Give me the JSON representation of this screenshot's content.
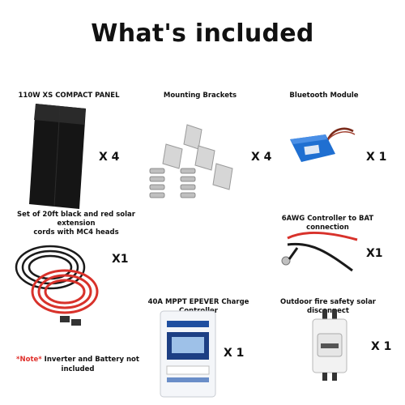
{
  "title": "What's included",
  "items": [
    {
      "label": "110W XS COMPACT PANEL",
      "qty": "X 4"
    },
    {
      "label": "Mounting Brackets",
      "qty": "X 4"
    },
    {
      "label": "Bluetooth Module",
      "qty": "X 1"
    },
    {
      "label_line1": "Set of 20ft black and red solar extension",
      "label_line2": "cords with MC4 heads",
      "qty": "X1"
    },
    {
      "label": "6AWG Controller to BAT connection",
      "qty": "X1"
    },
    {
      "label": "40A MPPT EPEVER Charge Controller",
      "qty": "X 1"
    },
    {
      "label": "Outdoor fire safety solar disconnect",
      "qty": "X 1"
    }
  ],
  "note": {
    "highlight": "*Note*",
    "rest_line1": " Inverter and Battery not",
    "line2": "included"
  },
  "colors": {
    "note_red": "#e0302b",
    "module_blue": "#1f6fd1",
    "cable_red": "#d8322b",
    "cable_black": "#1a1a1a"
  }
}
